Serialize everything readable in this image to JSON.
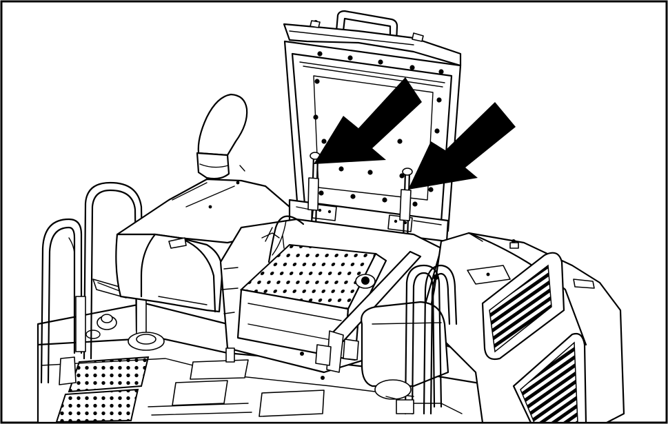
{
  "figure": {
    "background_color": "#ffffff",
    "line_color": "#000000",
    "subject": "excavator-upper-deck-access-cover-open",
    "callouts": [
      {
        "name": "arrow-left",
        "points_to": "gas-strut-left"
      },
      {
        "name": "arrow-right",
        "points_to": "gas-strut-right"
      }
    ]
  }
}
